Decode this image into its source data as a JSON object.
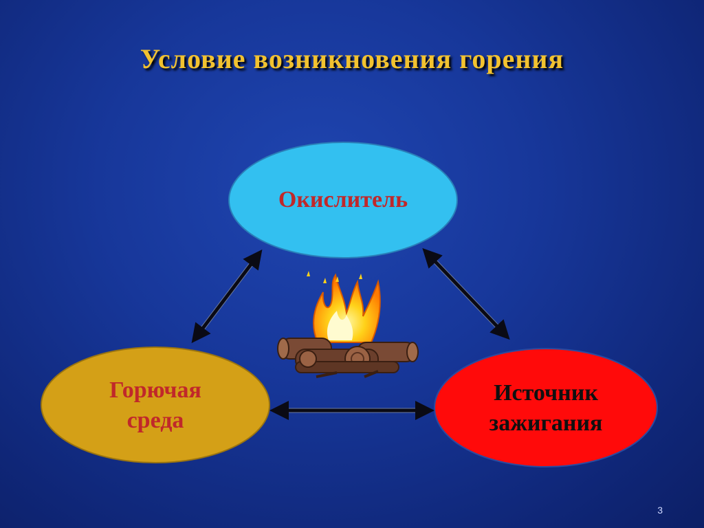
{
  "slide": {
    "title": "Условие возникновения  горения",
    "page_number": "3"
  },
  "nodes": {
    "oxidizer": {
      "label": "Окислитель",
      "fill": "#33c0f0",
      "text_color": "#c0282a"
    },
    "fuel": {
      "line1": "Горючая",
      "line2": "среда",
      "fill": "#d4a017",
      "text_color": "#c0282a"
    },
    "ignition": {
      "line1": "Источник",
      "line2": "зажигания",
      "fill": "#ff0a0a",
      "text_color": "#101010"
    }
  },
  "colors": {
    "background": "#17379a",
    "title": "#f2c230",
    "arrow": "#0a0a14",
    "arrow_highlight": "#6a7aa0"
  },
  "center_image": {
    "icon": "campfire-icon"
  }
}
